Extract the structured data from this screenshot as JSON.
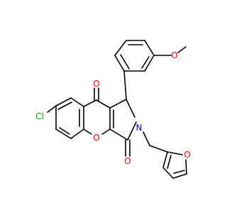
{
  "colors": {
    "background": "#ffffff",
    "bond": "#000000",
    "oxygen": "#ff0000",
    "nitrogen": "#0000ff",
    "chlorine": "#00aa00"
  },
  "atoms": {
    "chlorine": "Cl",
    "ketone_oxygen_top": "O",
    "ketone_oxygen_bottom": "O",
    "chromene_oxygen": "O",
    "furan_oxygen": "O",
    "methoxy_oxygen": "O",
    "nitrogen": "N"
  }
}
